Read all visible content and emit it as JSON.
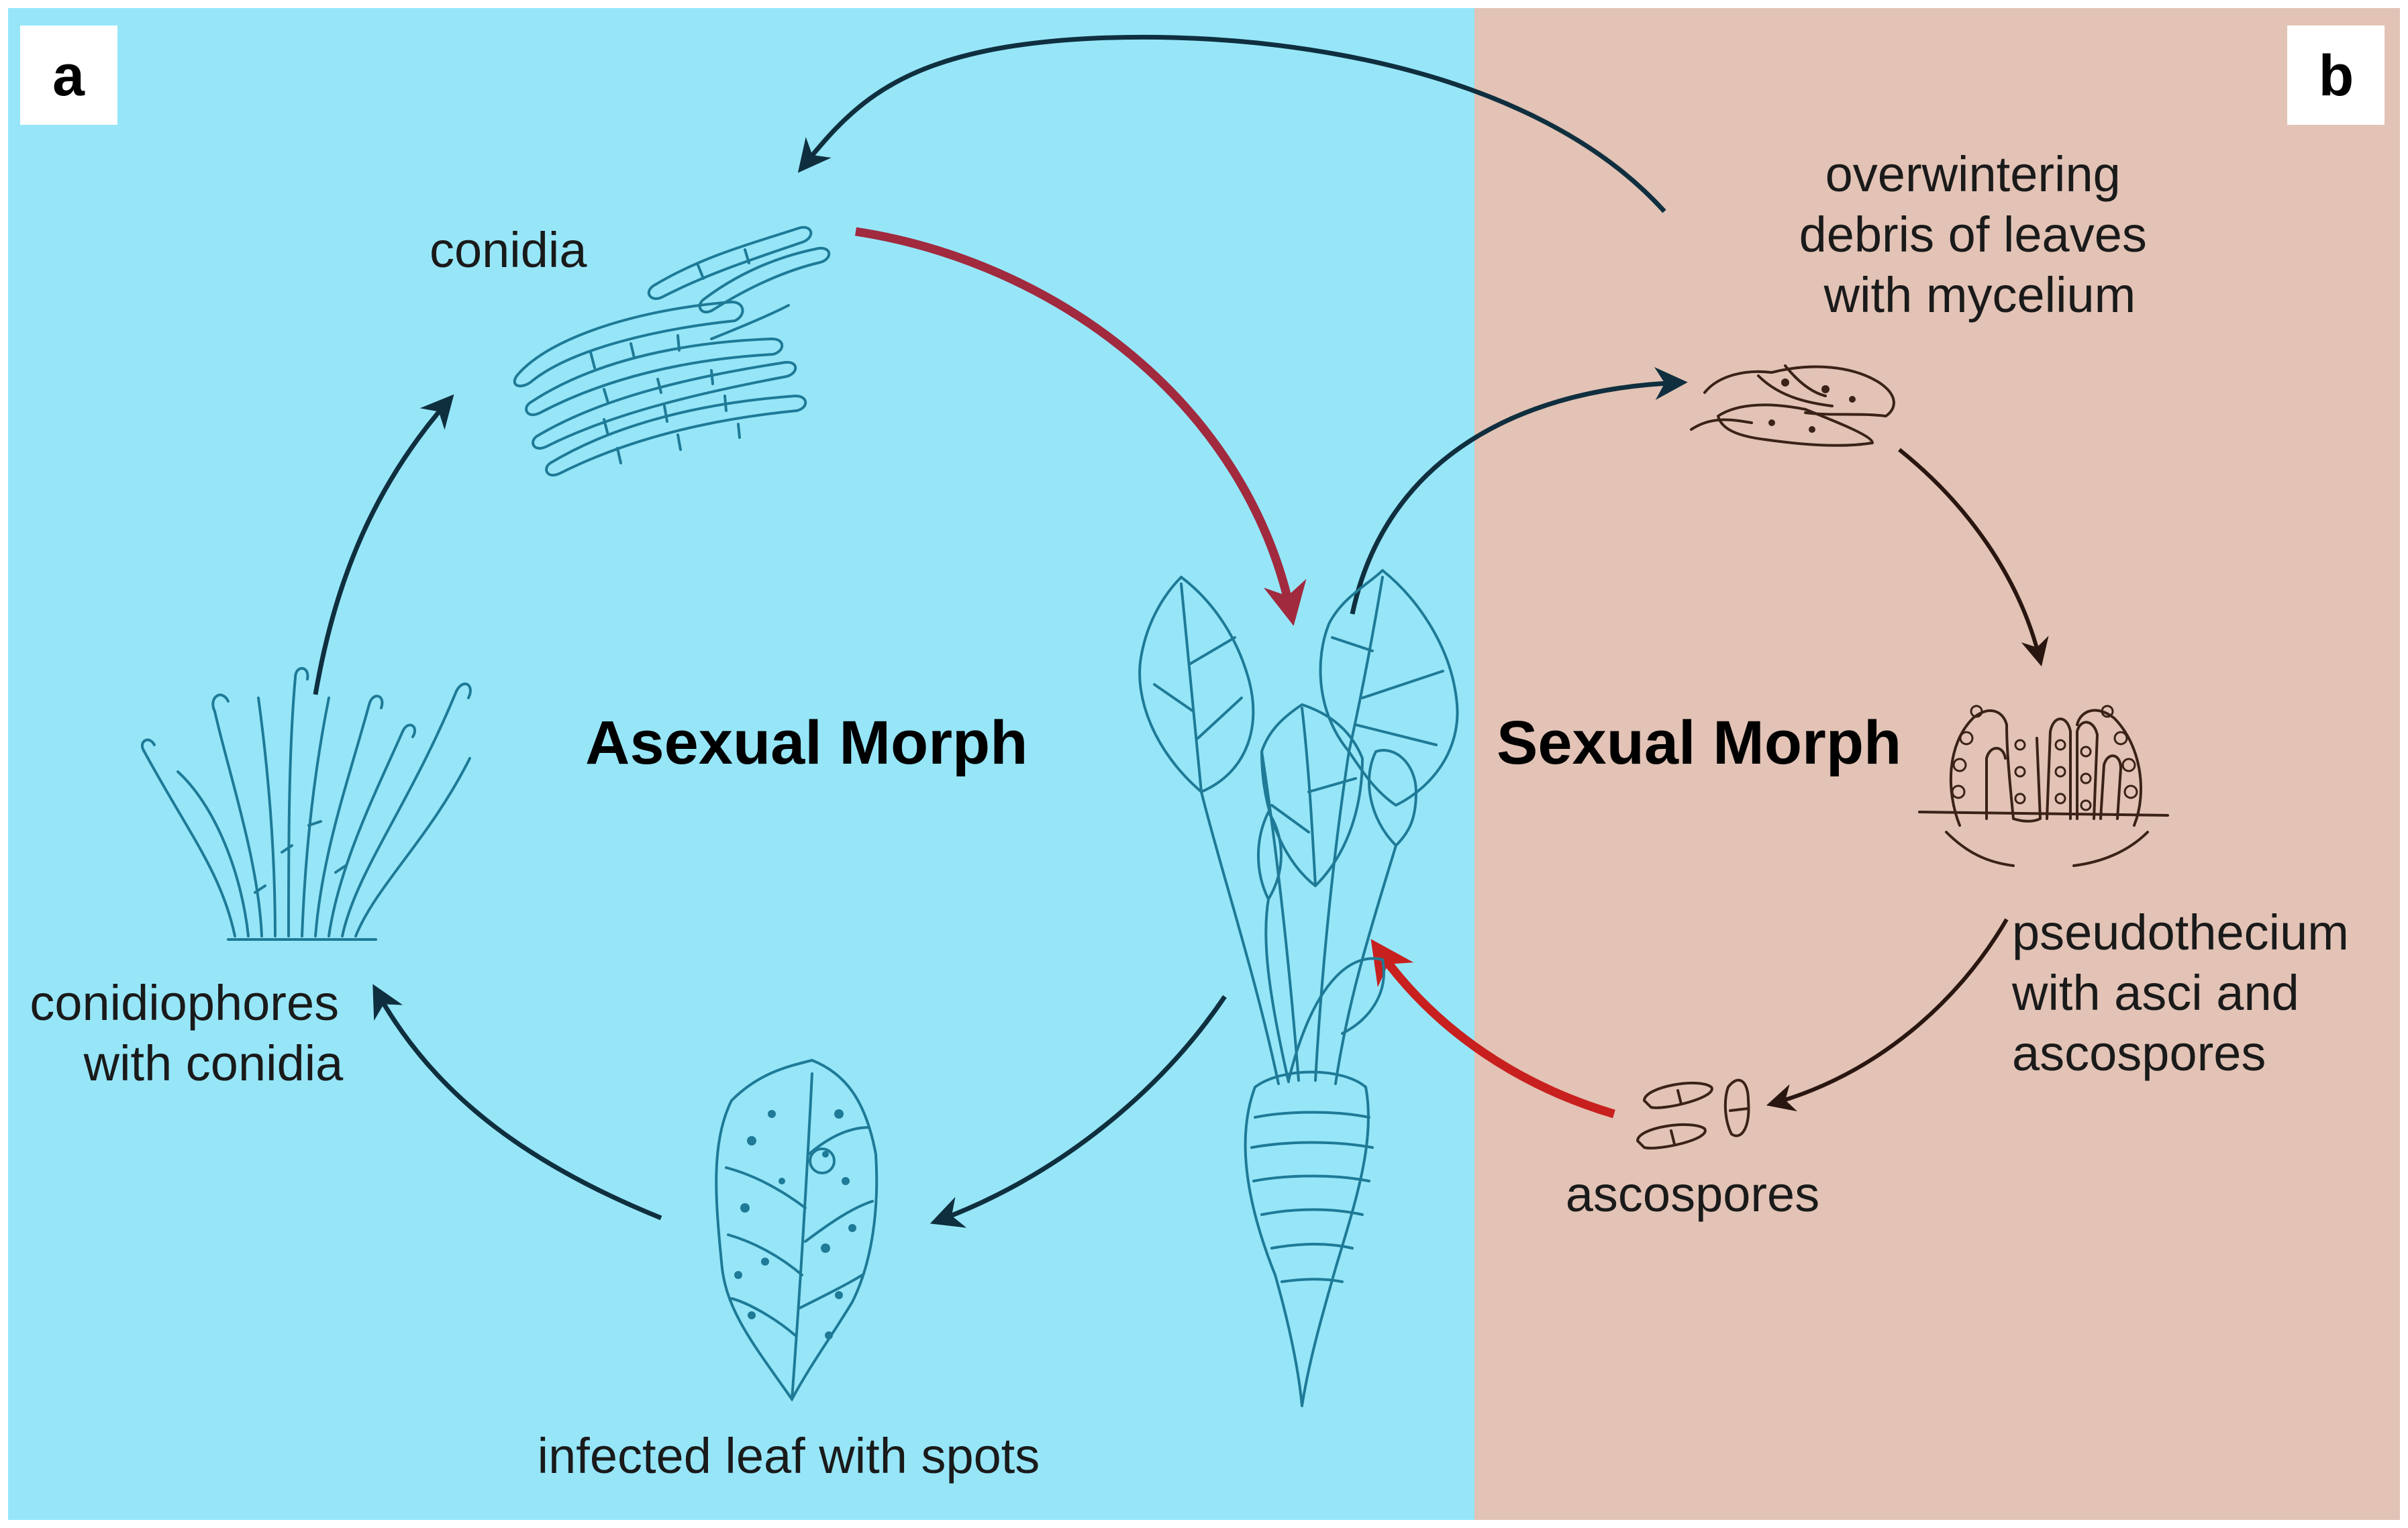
{
  "panels": {
    "a": {
      "letter": "a",
      "background": "#96E6F8"
    },
    "b": {
      "letter": "b",
      "background": "#E2C3B5"
    }
  },
  "morphs": {
    "asexual": "Asexual Morph",
    "sexual": "Sexual Morph"
  },
  "labels": {
    "conidia": "conidia",
    "conidiophores": [
      "conidiophores",
      "with conidia"
    ],
    "infected_leaf": "infected leaf with spots",
    "overwintering": [
      "overwintering",
      "debris of leaves",
      "with mycelium"
    ],
    "pseudothecium": [
      "pseudothecium",
      "with asci and",
      "ascospores"
    ],
    "ascospores": "ascospores"
  },
  "colors": {
    "arrow_dark": "#0F2F3F",
    "arrow_brown": "#2A1610",
    "arrow_infection": "#A12A3E",
    "arrow_ascospore": "#C8201E",
    "drawing_blue": "#1E7A96",
    "drawing_brown": "#3A2218"
  },
  "icons": [
    "conidia-icon",
    "conidiophores-icon",
    "infected-leaf-icon",
    "sugar-beet-plant-icon",
    "leaf-debris-icon",
    "pseudothecium-icon",
    "ascospores-icon"
  ]
}
